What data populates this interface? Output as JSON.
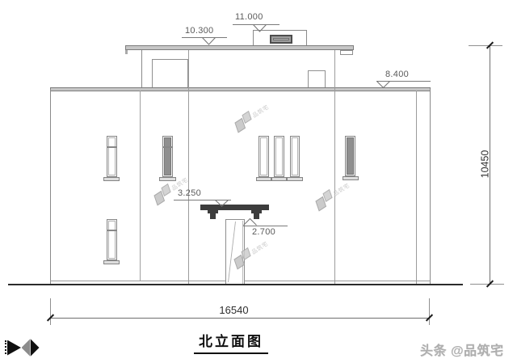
{
  "meta": {
    "title": "北立面图",
    "credit": "头条 @品筑宅",
    "stamp_text": "品筑宅"
  },
  "markers": {
    "m11000": "11.000",
    "m10300": "10.300",
    "m8400": "8.400",
    "m3250": "3.250",
    "m2700": "2.700"
  },
  "dims": {
    "width": "16540",
    "height": "10450"
  },
  "colors": {
    "wall_line": "#8a8a8a",
    "band_fill": "#c6c6c6",
    "canopy_dark": "#3d3d3d",
    "ground": "#2b2b2b",
    "watermark_gray": "#aeaeae"
  }
}
